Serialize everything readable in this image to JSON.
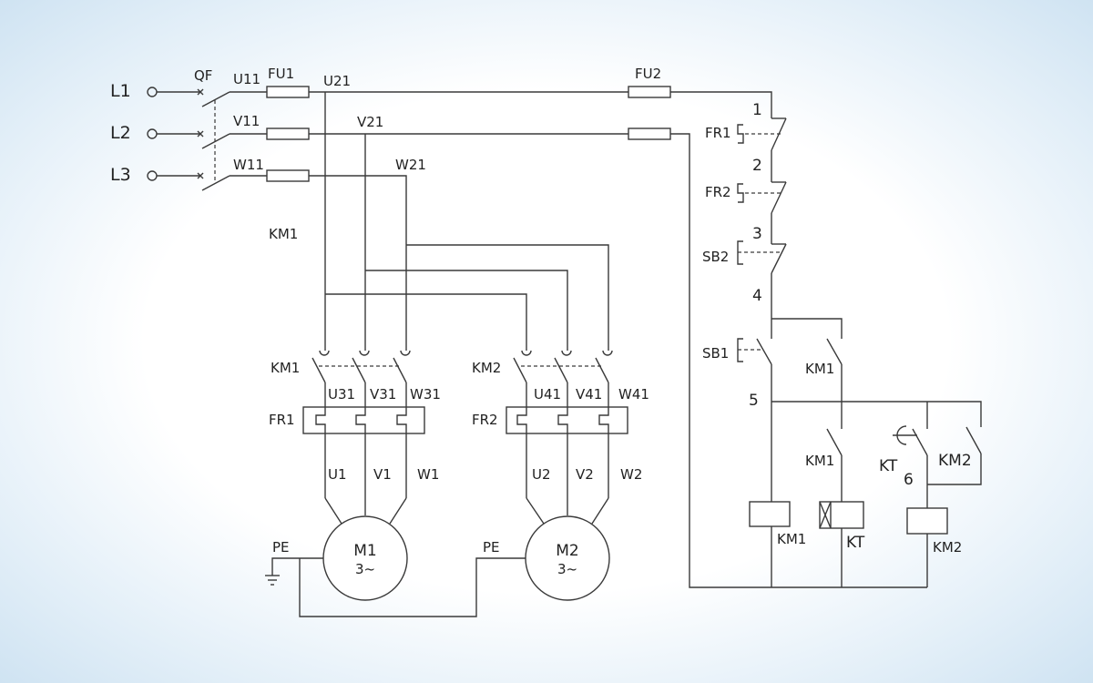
{
  "labels": {
    "L1": "L1",
    "L2": "L2",
    "L3": "L3",
    "QF": "QF",
    "U11": "U11",
    "V11": "V11",
    "W11": "W11",
    "FU1": "FU1",
    "FU2": "FU2",
    "U21": "U21",
    "V21": "V21",
    "W21": "W21",
    "KM1": "KM1",
    "KM2": "KM2",
    "U31": "U31",
    "V31": "V31",
    "W31": "W31",
    "U41": "U41",
    "V41": "V41",
    "W41": "W41",
    "FR1": "FR1",
    "FR2": "FR2",
    "U1": "U1",
    "V1": "V1",
    "W1": "W1",
    "U2": "U2",
    "V2": "V2",
    "W2": "W2",
    "PE": "PE",
    "M1": "M1",
    "M2": "M2",
    "motor_type": "3~",
    "SB1": "SB1",
    "SB2": "SB2",
    "KT": "KT",
    "n1": "1",
    "n2": "2",
    "n3": "3",
    "n4": "4",
    "n5": "5",
    "n6": "6"
  },
  "colors": {
    "line": "#3a3a3a",
    "text": "#222222",
    "background_edge": "#cfe3f2"
  }
}
